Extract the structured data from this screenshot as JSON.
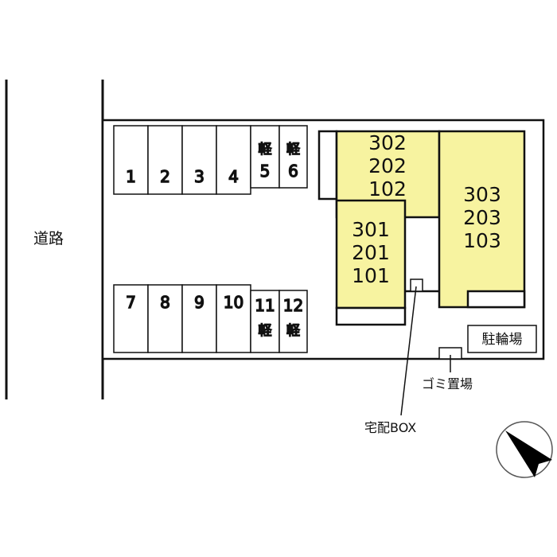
{
  "road_label": "道路",
  "parking": {
    "top": [
      {
        "no": "1"
      },
      {
        "no": "2"
      },
      {
        "no": "3"
      },
      {
        "no": "4"
      },
      {
        "no": "5",
        "kei": "軽"
      },
      {
        "no": "6",
        "kei": "軽"
      }
    ],
    "bottom": [
      {
        "no": "7"
      },
      {
        "no": "8"
      },
      {
        "no": "9"
      },
      {
        "no": "10"
      },
      {
        "no": "11",
        "kei": "軽"
      },
      {
        "no": "12",
        "kei": "軽"
      }
    ]
  },
  "buildings": [
    {
      "units": [
        "302",
        "202",
        "102"
      ]
    },
    {
      "units": [
        "301",
        "201",
        "101"
      ]
    },
    {
      "units": [
        "303",
        "203",
        "103"
      ]
    }
  ],
  "labels": {
    "bicycle": "駐輪場",
    "garbage": "ゴミ置場",
    "delivery_box": "宅配BOX"
  },
  "colors": {
    "building": "#f7f3a0",
    "line": "#111111"
  }
}
